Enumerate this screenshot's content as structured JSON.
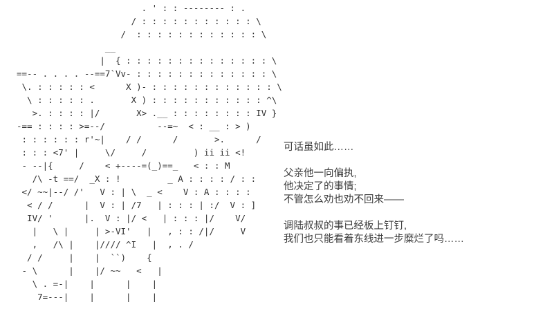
{
  "scene": {
    "background_color": "#ffffff",
    "art_color": "#2e2e2e",
    "text_color": "#3d3d3d"
  },
  "ascii_art": {
    "description": "2ch-style AA drawing of a long-haired character, head top-left, braid and legs descending to bottom-left",
    "lines": [
      "                        . ' : : -------- : .",
      "                      / : : : : : : : : : : : \\",
      "                    /  : : : : : : : : : : : : \\",
      "                 __",
      "                |  { : : : : : : : : : : : : : : \\",
      "==-- . . . . --==7`Vv- : : : : : : : : : : : : : \\",
      " \\. : : : : : <      X )- : : : : : : : : : : : : \\",
      "  \\ : : : : : .       X ) : : : : : : : : : : : ^\\",
      "   >. : : : : |/       X> .__ : : : : : : : : IV }",
      "-== : : : : >=--/          --=~  < : __ : > )",
      " : : : : : : r'~|    / /      /       >.      /",
      " : : : <7' |     \\/     /         ) ii ii <!",
      " - --|{     /    < +----=(_)==_   < : : M",
      "   /\\ -t ==/  _X : !         _ A : : : : / : :",
      " </ ~~|--/ /'   V : | \\  _ <    V : A : : : :",
      "  < / /      |  V : | /7   | : : : | :/  V : ]",
      "  IV/ '      |.  V : |/ <   | : : : |/    V/",
      "   |   \\ |     | >-VI'   |   , : : /|/     V",
      "   ,   /\\ |    |//// ^I   |  , . /",
      "  / /     |    |  ``)    {",
      " - \\      |    |/ ~~   <   |",
      "   \\ . =-|    |      |    |",
      "    7=---|    |      |    |"
    ]
  },
  "dialogue": {
    "paragraphs": [
      {
        "lines": [
          "可话虽如此……"
        ]
      },
      {
        "lines": [
          "父亲他一向偏执,",
          "他决定了的事情;",
          "不管怎么劝也劝不回来——"
        ]
      },
      {
        "lines": [
          "调陆叔叔的事已经板上钉钉,",
          "我们也只能看着东线进一步糜烂了吗……"
        ]
      }
    ]
  }
}
